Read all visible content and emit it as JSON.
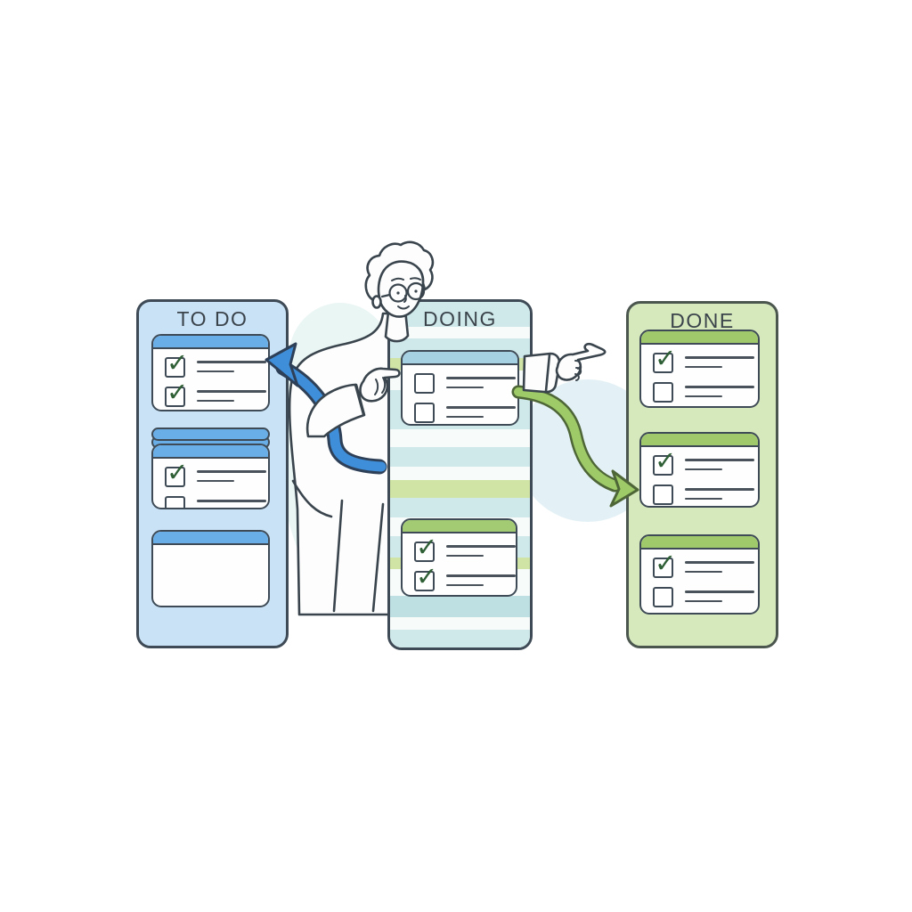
{
  "board": {
    "ink": "#3e4a55",
    "check_color": "#2e5f35",
    "columns": [
      {
        "title": "TO DO",
        "colors": {
          "fill": "#c9e2f6",
          "border": "#3e4a55",
          "card_bar": "#6aaee7"
        },
        "cards": [
          {
            "name": "todo-card-1",
            "stack": false,
            "rows": [
              {
                "state": "checked"
              },
              {
                "state": "checked"
              }
            ]
          },
          {
            "name": "todo-card-2",
            "stack": true,
            "rows": [
              {
                "state": "checked"
              },
              {
                "state": "unchecked"
              }
            ]
          },
          {
            "name": "todo-card-3",
            "stack": false,
            "rows": []
          }
        ]
      },
      {
        "title": "DOING",
        "colors": {
          "fill": "#eef7f5",
          "border": "#3e4a55",
          "card_bar": "#a6d1e2"
        },
        "stripes": [
          {
            "h": 28,
            "color": "#cfe9ea"
          },
          {
            "h": 13,
            "color": "#f7fcfb"
          },
          {
            "h": 22,
            "color": "#cfe9ea"
          },
          {
            "h": 14,
            "color": "#d0e4a5"
          },
          {
            "h": 22,
            "color": "#f7fcfb"
          },
          {
            "h": 44,
            "color": "#cfe9ea"
          },
          {
            "h": 20,
            "color": "#f7fcfb"
          },
          {
            "h": 22,
            "color": "#cfe9ea"
          },
          {
            "h": 15,
            "color": "#f7fcfb"
          },
          {
            "h": 20,
            "color": "#d0e4a5"
          },
          {
            "h": 22,
            "color": "#cfe9ea"
          },
          {
            "h": 21,
            "color": "#f7fcfb"
          },
          {
            "h": 24,
            "color": "#cfe9ea"
          },
          {
            "h": 13,
            "color": "#d0e4a5"
          },
          {
            "h": 30,
            "color": "#f7fcfb"
          },
          {
            "h": 24,
            "color": "#bfe0e2"
          },
          {
            "h": 14,
            "color": "#f7fcfb"
          },
          {
            "h": 20,
            "color": "#cfe9ea"
          }
        ],
        "cards": [
          {
            "name": "doing-card-1",
            "stack": false,
            "bar": "#a6d1e2",
            "rows": [
              {
                "state": "unchecked"
              },
              {
                "state": "unchecked"
              }
            ]
          },
          {
            "name": "doing-card-2",
            "stack": false,
            "bar": "#a3cb74",
            "rows": [
              {
                "state": "checked"
              },
              {
                "state": "checked",
                "trailing": "crossed"
              }
            ]
          }
        ]
      },
      {
        "title": "DONE",
        "colors": {
          "fill": "#d6e9bd",
          "border": "#4b564f",
          "card_bar": "#a0c96c"
        },
        "cards": [
          {
            "name": "done-card-1",
            "stack": false,
            "rows": [
              {
                "state": "checked"
              },
              {
                "state": "unchecked"
              }
            ]
          },
          {
            "name": "done-card-2",
            "stack": false,
            "rows": [
              {
                "state": "checked"
              },
              {
                "state": "unchecked"
              }
            ]
          },
          {
            "name": "done-card-3",
            "stack": false,
            "rows": [
              {
                "state": "checked"
              },
              {
                "state": "unchecked"
              }
            ]
          }
        ]
      }
    ],
    "arrows": [
      {
        "name": "move-back-arrow",
        "color": "#3f8ed9",
        "from": "DOING",
        "to": "TO DO"
      },
      {
        "name": "move-forward-arrow",
        "color": "#9ecb67",
        "from": "DOING",
        "to": "DONE"
      }
    ]
  }
}
